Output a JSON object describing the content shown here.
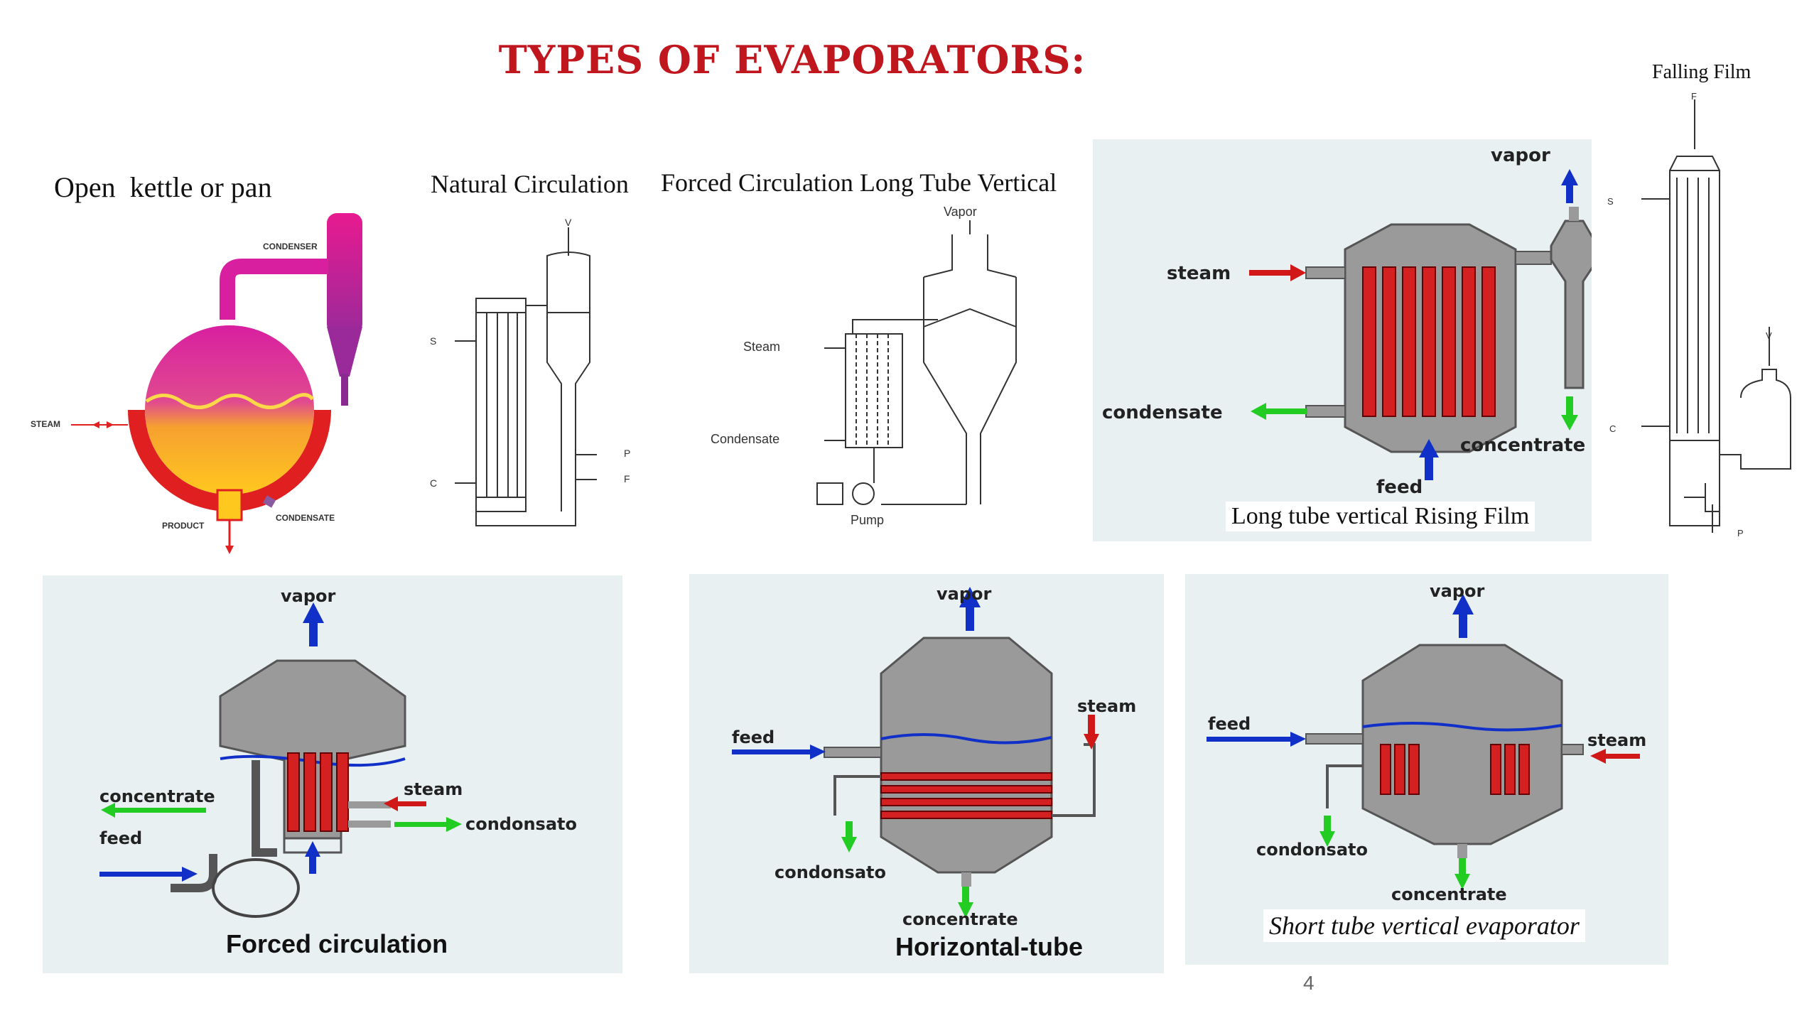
{
  "slide": {
    "title": "TYPES OF EVAPORATORS:",
    "page_number": "4"
  },
  "diagrams": {
    "open_kettle": {
      "title": "Open  kettle or pan",
      "labels": {
        "condenser": "CONDENSER",
        "steam": "STEAM",
        "product": "PRODUCT",
        "condensate": "CONDENSATE"
      }
    },
    "natural_circulation": {
      "title": "Natural Circulation",
      "labels": {
        "v": "V",
        "s": "S",
        "c": "C",
        "p": "P",
        "f": "F"
      }
    },
    "forced_circulation_ltv": {
      "title": "Forced Circulation Long Tube Vertical",
      "labels": {
        "vapor": "Vapor",
        "steam": "Steam",
        "condensate": "Condensate",
        "pump": "Pump"
      }
    },
    "rising_film": {
      "caption": "Long tube vertical Rising Film",
      "labels": {
        "vapor": "vapor",
        "steam": "steam",
        "condensate": "condensate",
        "concentrate": "concentrate",
        "feed": "feed"
      }
    },
    "falling_film": {
      "title": "Falling Film",
      "labels": {
        "f": "F",
        "s": "S",
        "v": "V",
        "c": "C",
        "p": "P"
      }
    },
    "forced_circulation": {
      "caption": "Forced circulation",
      "labels": {
        "vapor": "vapor",
        "concentrate": "concentrate",
        "steam": "steam",
        "feed": "feed",
        "condensate": "condonsato"
      }
    },
    "horizontal_tube": {
      "caption": "Horizontal-tube",
      "labels": {
        "vapor": "vapor",
        "feed": "feed",
        "steam": "steam",
        "condensate": "condonsato",
        "concentrate": "concentrate"
      }
    },
    "short_tube": {
      "caption": "Short tube vertical evaporator",
      "labels": {
        "vapor": "vapor",
        "feed": "feed",
        "steam": "steam",
        "condensate": "condonsato",
        "concentrate": "concentrate"
      }
    }
  },
  "colors": {
    "title": "#c0161e",
    "arrow_blue": "#1030c8",
    "arrow_red": "#d01818",
    "arrow_green": "#22cc22",
    "tube_red": "#d42020",
    "vessel_gray": "#9a9a9a",
    "panel_bg": "#e9f0f2"
  }
}
